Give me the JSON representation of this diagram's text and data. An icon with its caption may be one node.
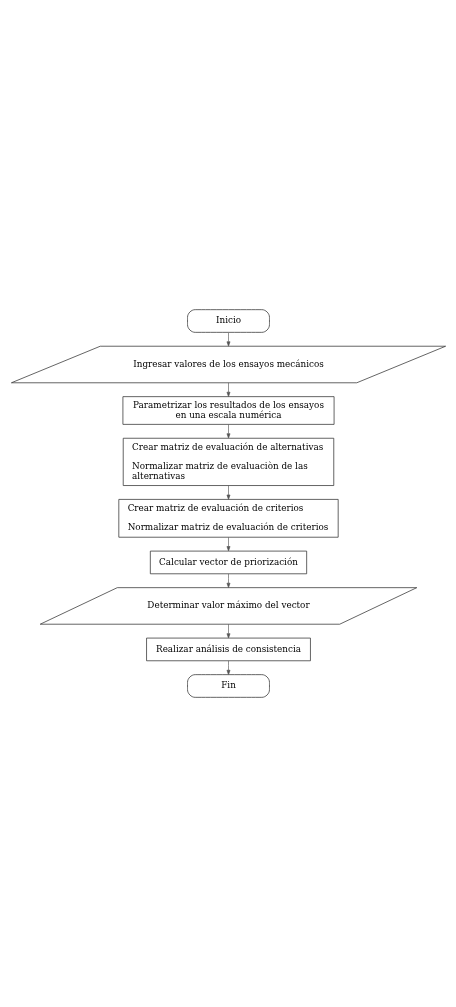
{
  "diagram": {
    "nodes": [
      {
        "text": [
          "Inicio"
        ]
      },
      {
        "text": [
          "Ingresar valores de los ensayos mecánicos"
        ]
      },
      {
        "text": [
          "Parametrizar los resultados de los ensayos en una escala numérica"
        ]
      },
      {
        "text": [
          "Crear matriz de evaluación de alternativas",
          "Normalizar matriz de evaluaciòn de las alternativas"
        ]
      },
      {
        "text": [
          "Crear matriz de evaluación de criterios",
          "Normalizar matriz de evaluación de criterios"
        ]
      },
      {
        "text": [
          "Calcular vector de priorización"
        ]
      },
      {
        "text": [
          "Determinar valor máximo del vector"
        ]
      },
      {
        "text": [
          "Realizar análisis de consistencia"
        ]
      },
      {
        "text": [
          "Fin"
        ]
      }
    ],
    "edges": [
      {
        "from": 0,
        "to": 1,
        "arrow": "to"
      },
      {
        "from": 1,
        "to": 2,
        "arrow": "to"
      },
      {
        "from": 2,
        "to": 3,
        "arrow": "to"
      },
      {
        "from": 3,
        "to": 4,
        "arrow": "to"
      },
      {
        "from": 4,
        "to": 5,
        "arrow": "to"
      },
      {
        "from": 5,
        "to": 6,
        "arrow": "to"
      },
      {
        "from": 6,
        "to": 7,
        "arrow": "to"
      },
      {
        "from": 7,
        "to": 8,
        "arrow": "to"
      }
    ]
  }
}
